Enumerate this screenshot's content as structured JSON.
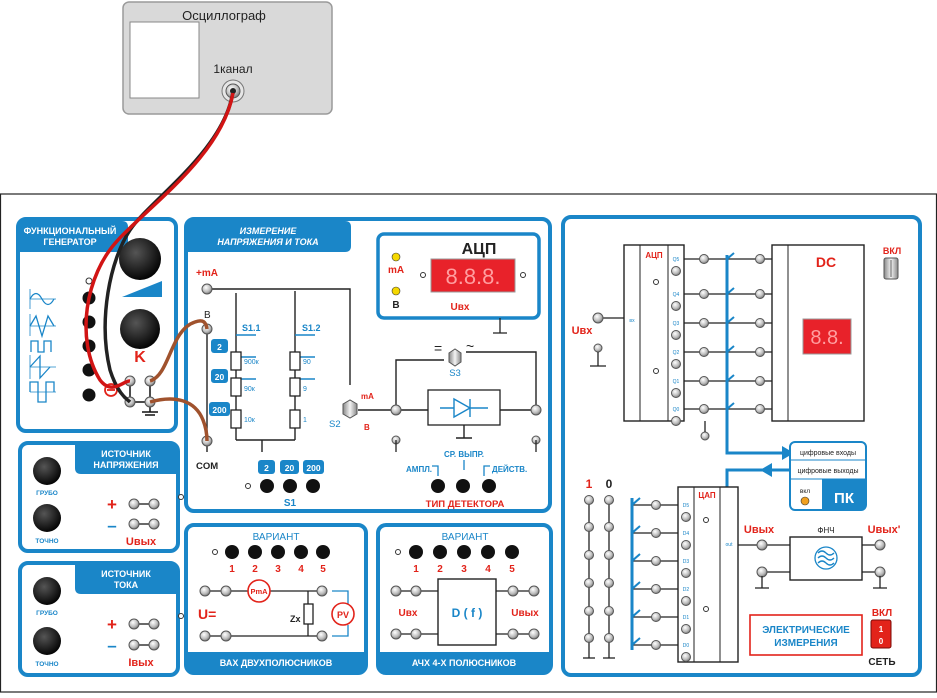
{
  "oscilloscope": {
    "title": "Осциллограф",
    "channel1": "1канал"
  },
  "func_gen": {
    "title_l1": "ФУНКЦИОНАЛЬНЫЙ",
    "title_l2": "ГЕНЕРАТОР",
    "k_label": "K"
  },
  "voltage_source": {
    "title_l1": "ИСТОЧНИК",
    "title_l2": "НАПРЯЖЕНИЯ",
    "coarse": "ГРУБО",
    "fine": "ТОЧНО",
    "plus": "+",
    "minus": "–",
    "out": "Uвых"
  },
  "current_source": {
    "title_l1": "ИСТОЧНИК",
    "title_l2": "ТОКА",
    "coarse": "ГРУБО",
    "fine": "ТОЧНО",
    "plus": "+",
    "minus": "–",
    "out": "Iвых"
  },
  "measure": {
    "title_l1": "ИЗМЕРЕНИЕ",
    "title_l2": "НАПРЯЖЕНИЯ И ТОКА",
    "plus_ma": "+mA",
    "v_terminal": "В",
    "com": "COM",
    "s1_1": "S1.1",
    "s1_2": "S1.2",
    "s2": "S2",
    "s3": "S3",
    "s1": "S1",
    "ranges": [
      "2",
      "20",
      "200"
    ],
    "resistors_left": [
      "900к",
      "90к",
      "10к"
    ],
    "resistors_right": [
      "90",
      "9",
      "1"
    ],
    "s2_ma": "mA",
    "s2_v": "В",
    "dc_symbol": "=",
    "ac_symbol": "~",
    "sr_vypr": "СР. ВЫПР.",
    "ampl": "АМПЛ.",
    "deistv": "ДЕЙСТВ.",
    "detector_type": "ТИП  ДЕТЕКТОРА"
  },
  "adc_display": {
    "title": "АЦП",
    "digits": "8.8.8.",
    "ma": "mA",
    "v": "В",
    "uin": "Uвх"
  },
  "vah": {
    "variant": "ВАРИАНТ",
    "variants": [
      "1",
      "2",
      "3",
      "4",
      "5"
    ],
    "u_eq": "U=",
    "pma": "PmA",
    "pv": "PV",
    "zx": "Zx",
    "title": "ВАХ ДВУХПОЛЮСНИКОВ"
  },
  "achh": {
    "variant": "ВАРИАНТ",
    "variants": [
      "1",
      "2",
      "3",
      "4",
      "5"
    ],
    "uin": "Uвх",
    "uout": "Uвых",
    "df": "D ( f )",
    "title": "АЧХ 4-Х ПОЛЮСНИКОВ"
  },
  "digital": {
    "adc": "АЦП",
    "dc": "DC",
    "dc_digits": "8.8.",
    "vkl": "ВКЛ",
    "uin": "Uвх",
    "q_labels": [
      "Q5",
      "Q4",
      "Q3",
      "Q2",
      "Q1",
      "Q0"
    ],
    "d_labels": [
      "D5",
      "D4",
      "D3",
      "D2",
      "D1",
      "D0"
    ],
    "dac_d_labels": [
      "D5",
      "D4",
      "D3",
      "D2",
      "D1",
      "D0"
    ],
    "dig_inputs": "цифровые входы",
    "dig_outputs": "цифровые выходы",
    "pc_vkl": "вкл",
    "pc": "ПК",
    "one": "1",
    "zero": "0",
    "dac": "ЦАП",
    "uout": "Uвых",
    "uout2": "Uвых'",
    "fnch": "ФНЧ",
    "out_small": "out",
    "in_small": "вх"
  },
  "brand": {
    "l1": "ЭЛЕКТРИЧЕСКИЕ",
    "l2": "ИЗМЕРЕНИЯ"
  },
  "power": {
    "vkl": "ВКЛ",
    "one": "1",
    "zero": "0",
    "set": "СЕТЬ"
  },
  "colors": {
    "blue": "#1a86c8",
    "red": "#e2231a",
    "display_red": "#e8222a",
    "case_gray": "#d9d9d9"
  }
}
